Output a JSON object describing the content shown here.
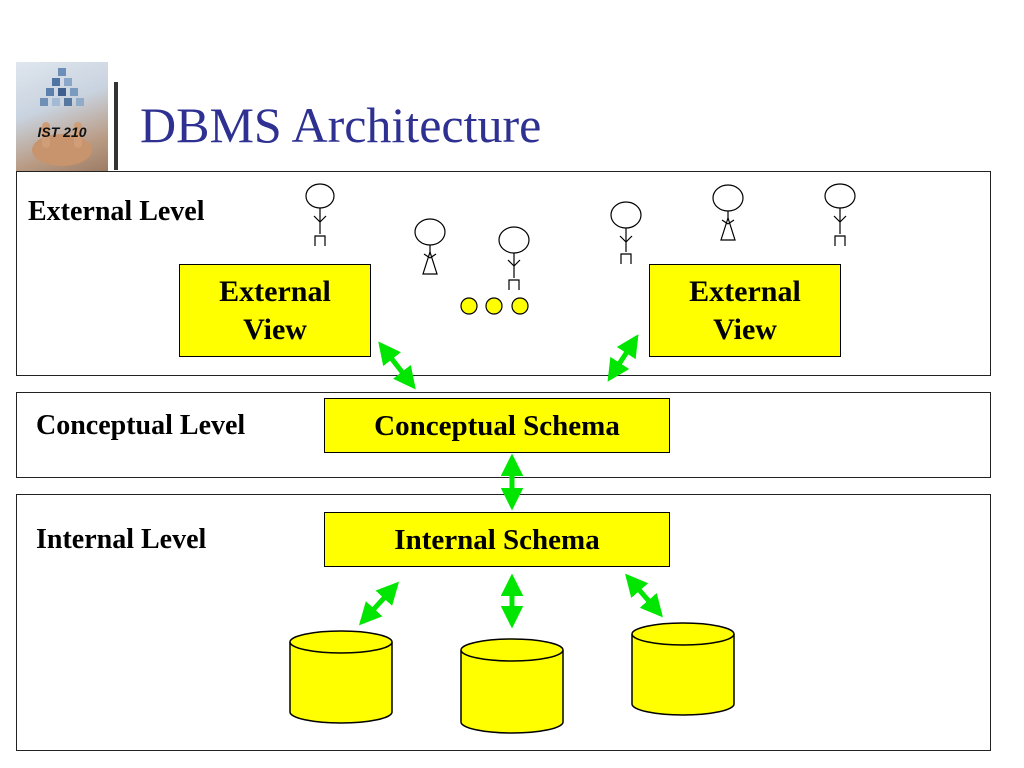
{
  "title": "DBMS Architecture",
  "logo": {
    "text": "IST 210"
  },
  "levels": {
    "external": "External Level",
    "conceptual": "Conceptual Level",
    "internal": "Internal Level"
  },
  "schemas": {
    "external_view_left": "External\nView",
    "external_view_right": "External\nView",
    "conceptual": "Conceptual Schema",
    "internal": "Internal Schema"
  },
  "colors": {
    "title": "#2e3192",
    "box_fill": "#ffff00",
    "arrow": "#00e600"
  },
  "icons": [
    "user-icon",
    "ellipsis-dots-icon",
    "database-icon",
    "double-arrow-icon"
  ]
}
